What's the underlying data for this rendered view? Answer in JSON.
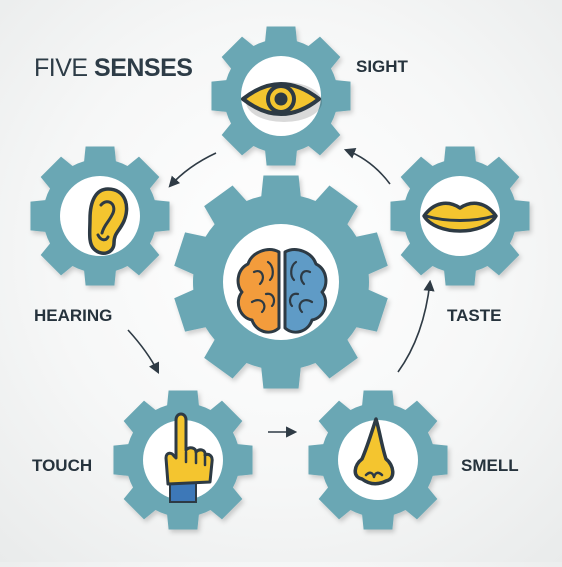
{
  "title": {
    "light": "FIVE",
    "bold": "SENSES"
  },
  "center": {
    "icon": "brain-icon"
  },
  "senses": [
    {
      "key": "sight",
      "label": "SIGHT",
      "icon": "eye-icon"
    },
    {
      "key": "hearing",
      "label": "HEARING",
      "icon": "ear-icon"
    },
    {
      "key": "touch",
      "label": "TOUCH",
      "icon": "pointing-hand-icon"
    },
    {
      "key": "smell",
      "label": "SMELL",
      "icon": "nose-icon"
    },
    {
      "key": "taste",
      "label": "TASTE",
      "icon": "lips-icon"
    }
  ],
  "colors": {
    "gear": "#6aa7b4",
    "gear_hole": "#ffffff",
    "gear_ring": "#6aa7b4",
    "icon_yellow": "#f4c52f",
    "icon_outline": "#2d3a44",
    "brain_left": "#f39c3c",
    "brain_right": "#5f9bc6",
    "sleeve_blue": "#3d78b8",
    "text": "#26333d",
    "arrow": "#2f3b45"
  }
}
